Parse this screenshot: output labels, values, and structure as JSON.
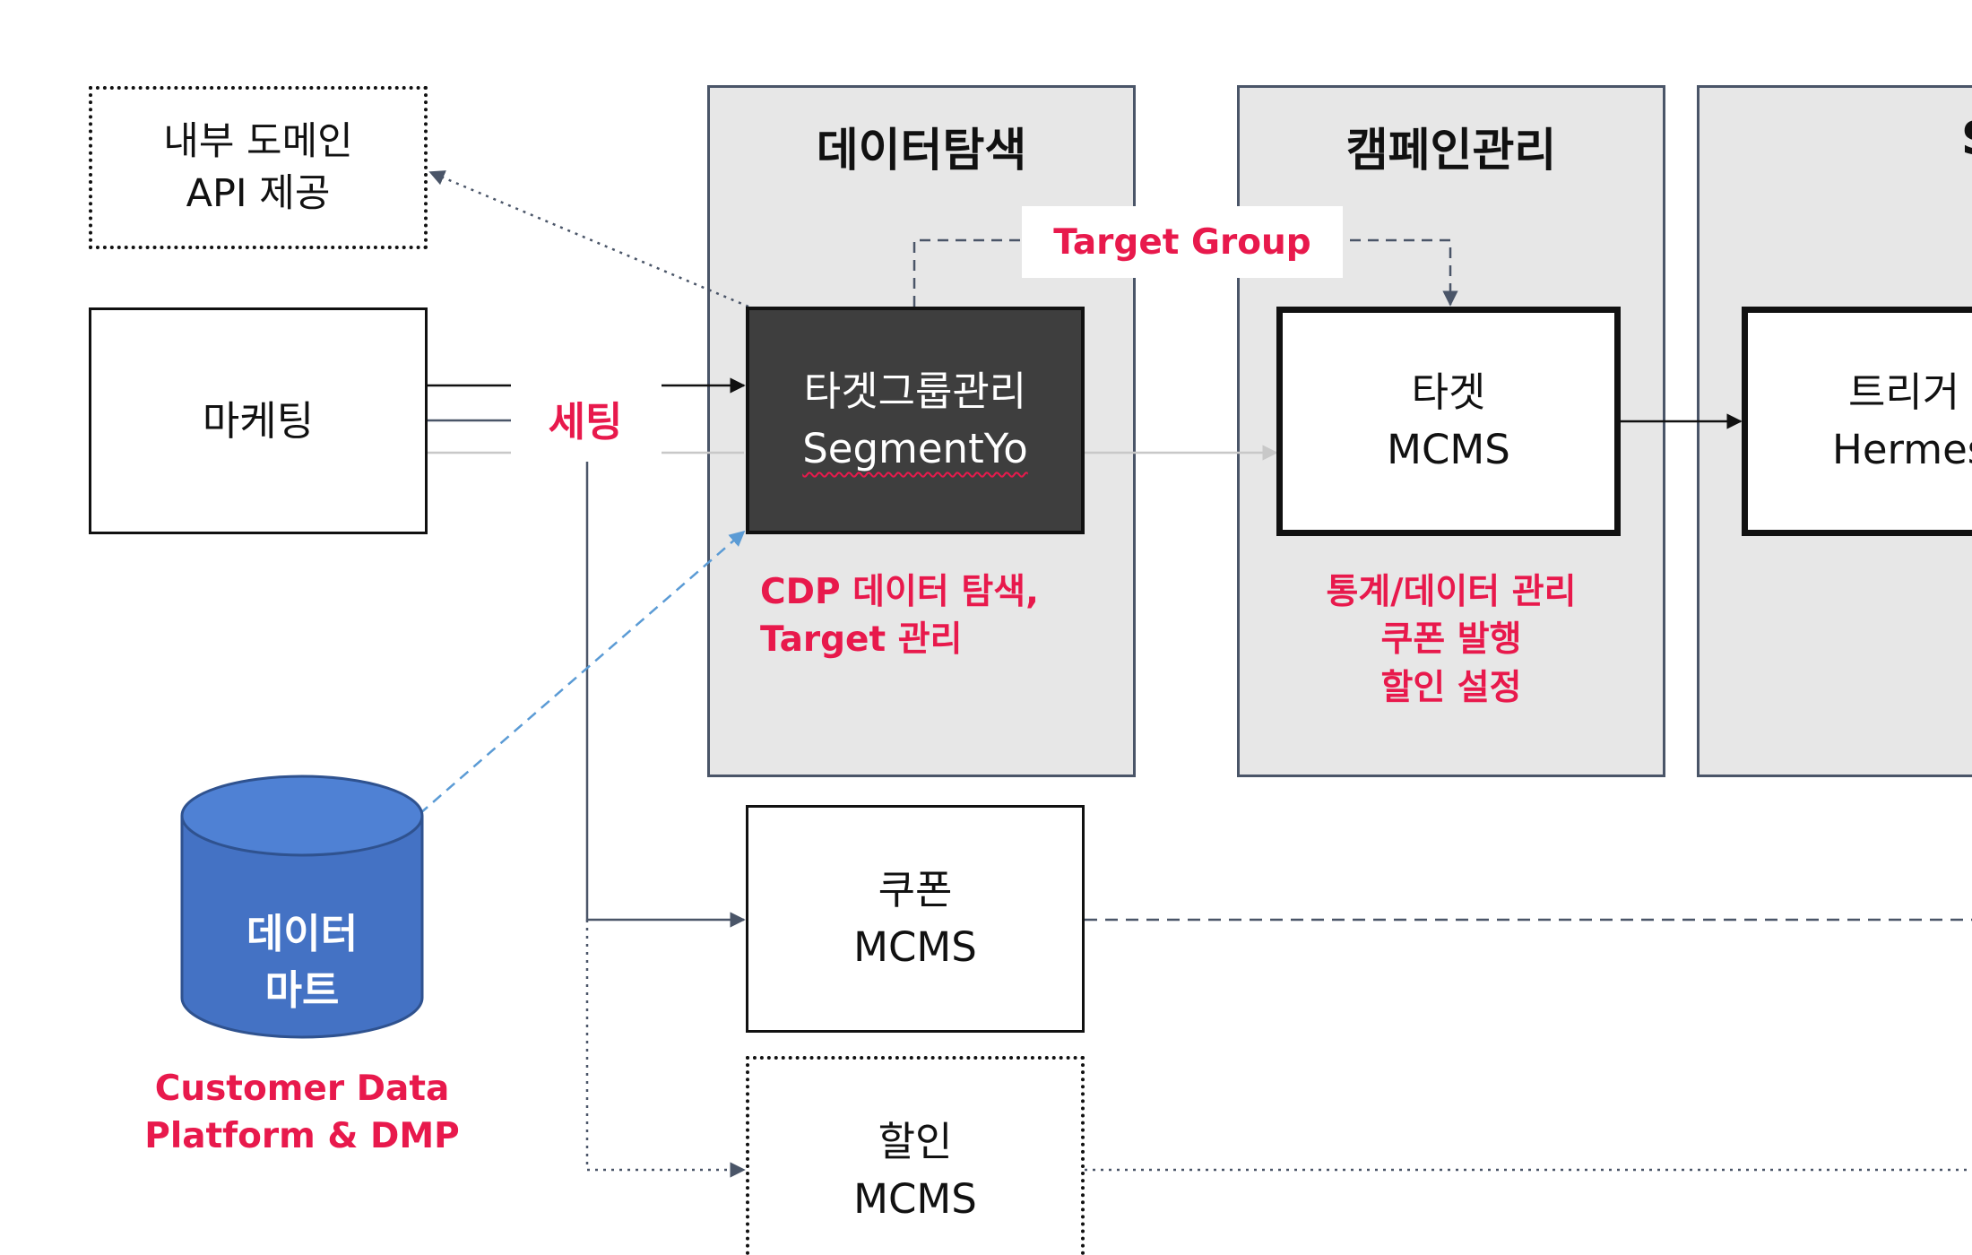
{
  "boxes": {
    "internal_domain": {
      "line1": "내부 도메인",
      "line2": "API 제공"
    },
    "marketing": {
      "label": "마케팅"
    },
    "segment": {
      "line1": "타겟그룹관리",
      "line2": "SegmentYo"
    },
    "target_mcms": {
      "line1": "타겟",
      "line2": "MCMS"
    },
    "trigger": {
      "line1": "트리거",
      "line2": "Hermes"
    },
    "coupon_mcms": {
      "line1": "쿠폰",
      "line2": "MCMS"
    },
    "discount_mcms": {
      "line1": "할인",
      "line2": "MCMS"
    }
  },
  "panels": {
    "data_explore": {
      "title": "데이터탐색",
      "note_line1": "CDP 데이터 탐색,",
      "note_line2": "Target 관리"
    },
    "campaign": {
      "title": "캠페인관리",
      "note_line1": "통계/데이터 관리",
      "note_line2": "쿠폰 발행",
      "note_line3": "할인 설정"
    },
    "third": {
      "title": "S"
    }
  },
  "labels": {
    "target_group": "Target Group",
    "setting": "세팅"
  },
  "database": {
    "line1": "데이터",
    "line2": "마트",
    "caption_line1": "Customer Data",
    "caption_line2": "Platform & DMP"
  },
  "colors": {
    "accent_red": "#e8194c",
    "panel_bg": "#e7e7e7",
    "panel_border": "#4a5568",
    "dark_box": "#3e3e3e",
    "database_blue": "#4472c4",
    "dashed_blue": "#5b9bd5"
  }
}
